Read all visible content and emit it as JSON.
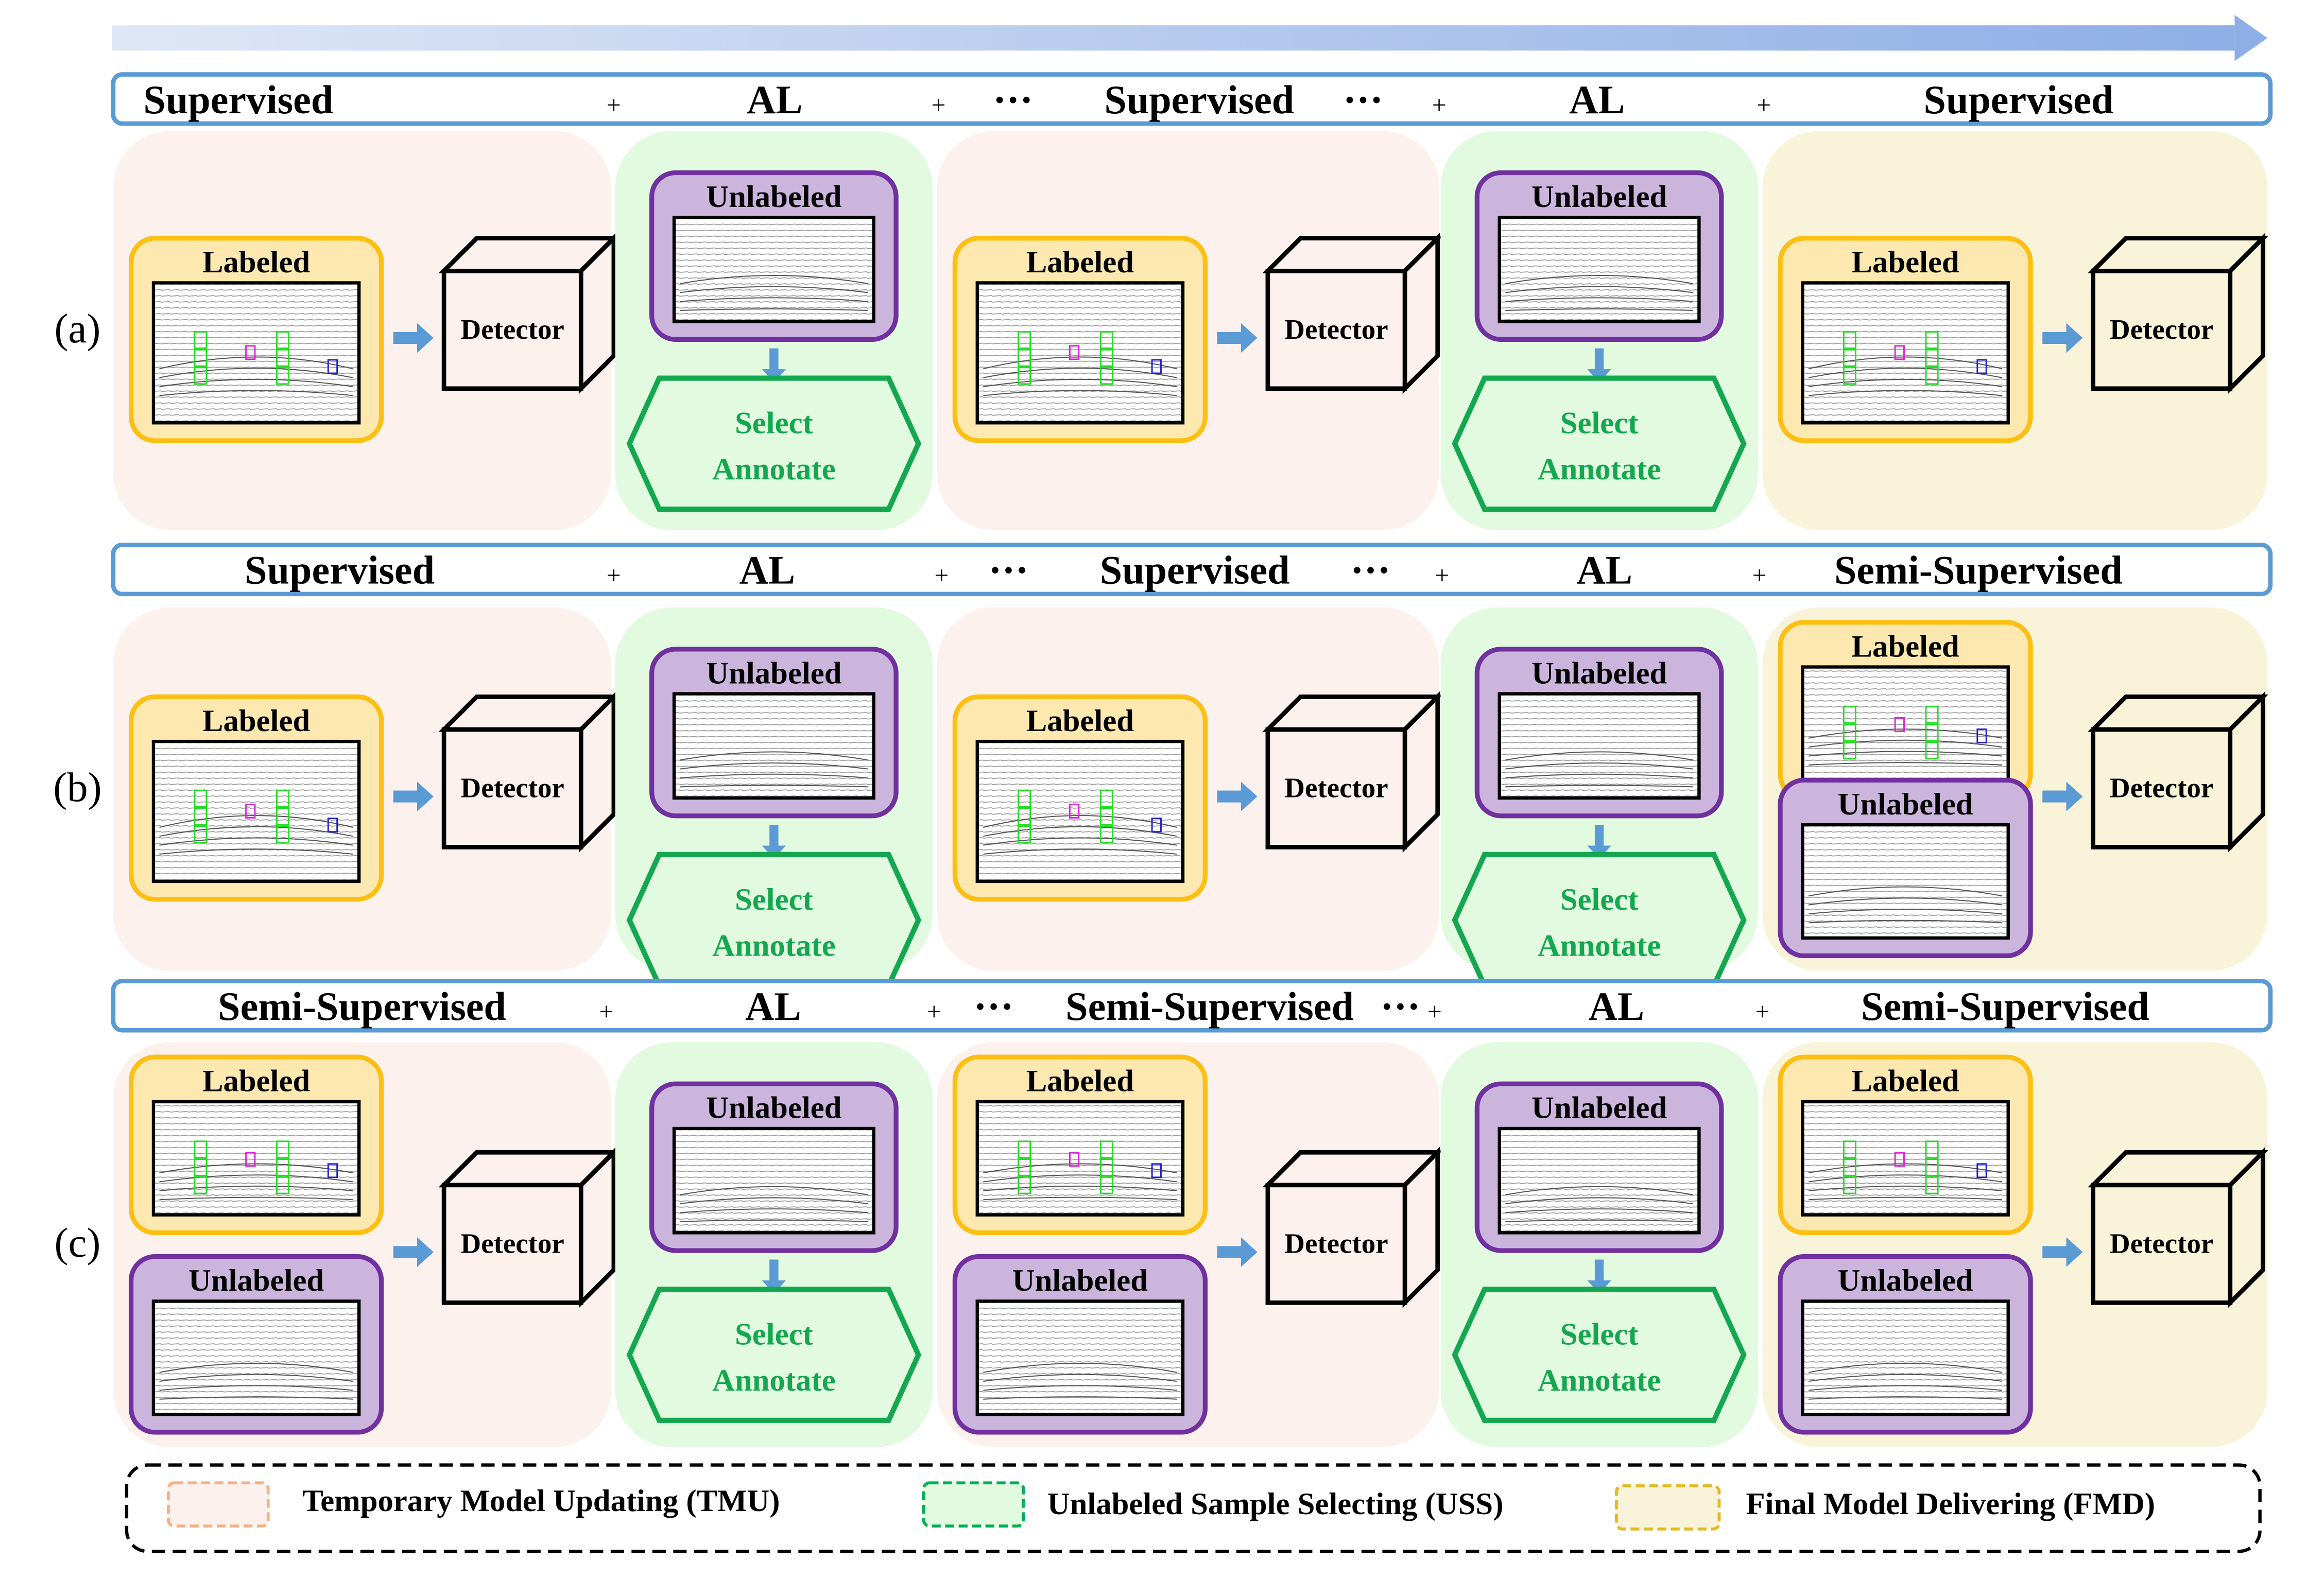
{
  "colors": {
    "tmu_fill": "#fdf1ee",
    "uss_fill": "#e2fadf",
    "fmd_fill": "#f9f3da",
    "labeled_fill": "#fde8b0",
    "labeled_border": "#fcbf12",
    "unlabeled_fill": "#cbb5dd",
    "unlabeled_border": "#7030a0",
    "select_border": "#13a84f",
    "header_border": "#5b9bd5",
    "arrow": "#5b9bd5",
    "legend_tmu": "#f4b183",
    "legend_uss": "#00b050",
    "legend_fmd": "#e6b820"
  },
  "rows": [
    {
      "label": "(a)",
      "header": [
        "Supervised",
        "+",
        "AL",
        "+",
        "···",
        "Supervised",
        "···",
        "+",
        "AL",
        "+",
        "Supervised"
      ],
      "panels": [
        {
          "type": "TMU",
          "boxes": [
            "Labeled"
          ],
          "detector": "Detector"
        },
        {
          "type": "USS",
          "box": "Unlabeled",
          "action": [
            "Select",
            "Annotate"
          ]
        },
        {
          "type": "TMU",
          "boxes": [
            "Labeled"
          ],
          "detector": "Detector"
        },
        {
          "type": "USS",
          "box": "Unlabeled",
          "action": [
            "Select",
            "Annotate"
          ]
        },
        {
          "type": "FMD",
          "boxes": [
            "Labeled"
          ],
          "detector": "Detector"
        }
      ]
    },
    {
      "label": "(b)",
      "header": [
        "Supervised",
        "+",
        "AL",
        "+",
        "···",
        "Supervised",
        "···",
        "+",
        "AL",
        "+",
        "Semi-Supervised"
      ],
      "panels": [
        {
          "type": "TMU",
          "boxes": [
            "Labeled"
          ],
          "detector": "Detector"
        },
        {
          "type": "USS",
          "box": "Unlabeled",
          "action": [
            "Select",
            "Annotate"
          ]
        },
        {
          "type": "TMU",
          "boxes": [
            "Labeled"
          ],
          "detector": "Detector"
        },
        {
          "type": "USS",
          "box": "Unlabeled",
          "action": [
            "Select",
            "Annotate"
          ]
        },
        {
          "type": "FMD",
          "boxes": [
            "Labeled",
            "Unlabeled"
          ],
          "detector": "Detector"
        }
      ]
    },
    {
      "label": "(c)",
      "header": [
        "Semi-Supervised",
        "+",
        "AL",
        "+",
        "···",
        "Semi-Supervised",
        "···",
        "+",
        "AL",
        "+",
        "Semi-Supervised"
      ],
      "panels": [
        {
          "type": "TMU",
          "boxes": [
            "Labeled",
            "Unlabeled"
          ],
          "detector": "Detector"
        },
        {
          "type": "USS",
          "box": "Unlabeled",
          "action": [
            "Select",
            "Annotate"
          ]
        },
        {
          "type": "TMU",
          "boxes": [
            "Labeled",
            "Unlabeled"
          ],
          "detector": "Detector"
        },
        {
          "type": "USS",
          "box": "Unlabeled",
          "action": [
            "Select",
            "Annotate"
          ]
        },
        {
          "type": "FMD",
          "boxes": [
            "Labeled",
            "Unlabeled"
          ],
          "detector": "Detector"
        }
      ]
    }
  ],
  "legend": [
    {
      "key": "TMU",
      "label": "Temporary Model Updating (TMU)"
    },
    {
      "key": "USS",
      "label": "Unlabeled Sample Selecting (USS)"
    },
    {
      "key": "FMD",
      "label": "Final Model Delivering (FMD)"
    }
  ]
}
